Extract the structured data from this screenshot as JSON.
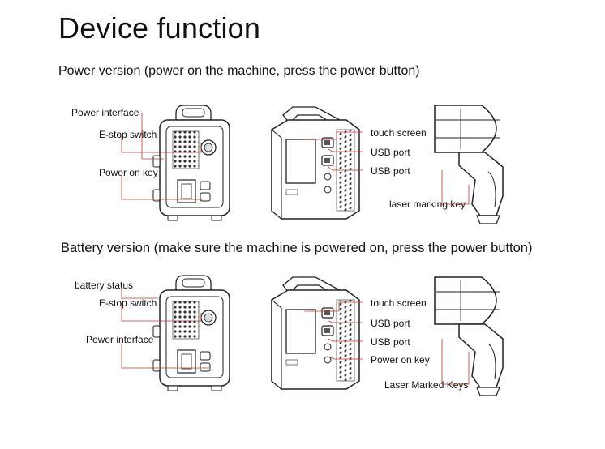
{
  "title": "Device function",
  "power_version": {
    "heading": "Power version (power on the machine, press the power button)",
    "labels": {
      "power_interface": "Power interface",
      "estop_switch": "E-stop switch",
      "power_on_key": "Power on key",
      "touch_screen": "touch screen",
      "usb_port_1": "USB port",
      "usb_port_2": "USB port",
      "laser_marking_key": "laser marking key"
    }
  },
  "battery_version": {
    "heading": "Battery version (make sure the machine is powered on, press the power button)",
    "labels": {
      "battery_status": "battery status",
      "estop_switch": "E-stop switch",
      "power_interface": "Power interface",
      "touch_screen": "touch screen",
      "usb_port_1": "USB port",
      "usb_port_2": "USB port",
      "power_on_key": "Power on key",
      "laser_marked_keys": "Laser Marked Keys"
    }
  },
  "colors": {
    "leader_line": "#c0392b",
    "outline": "#222222",
    "grille": "#333333"
  }
}
